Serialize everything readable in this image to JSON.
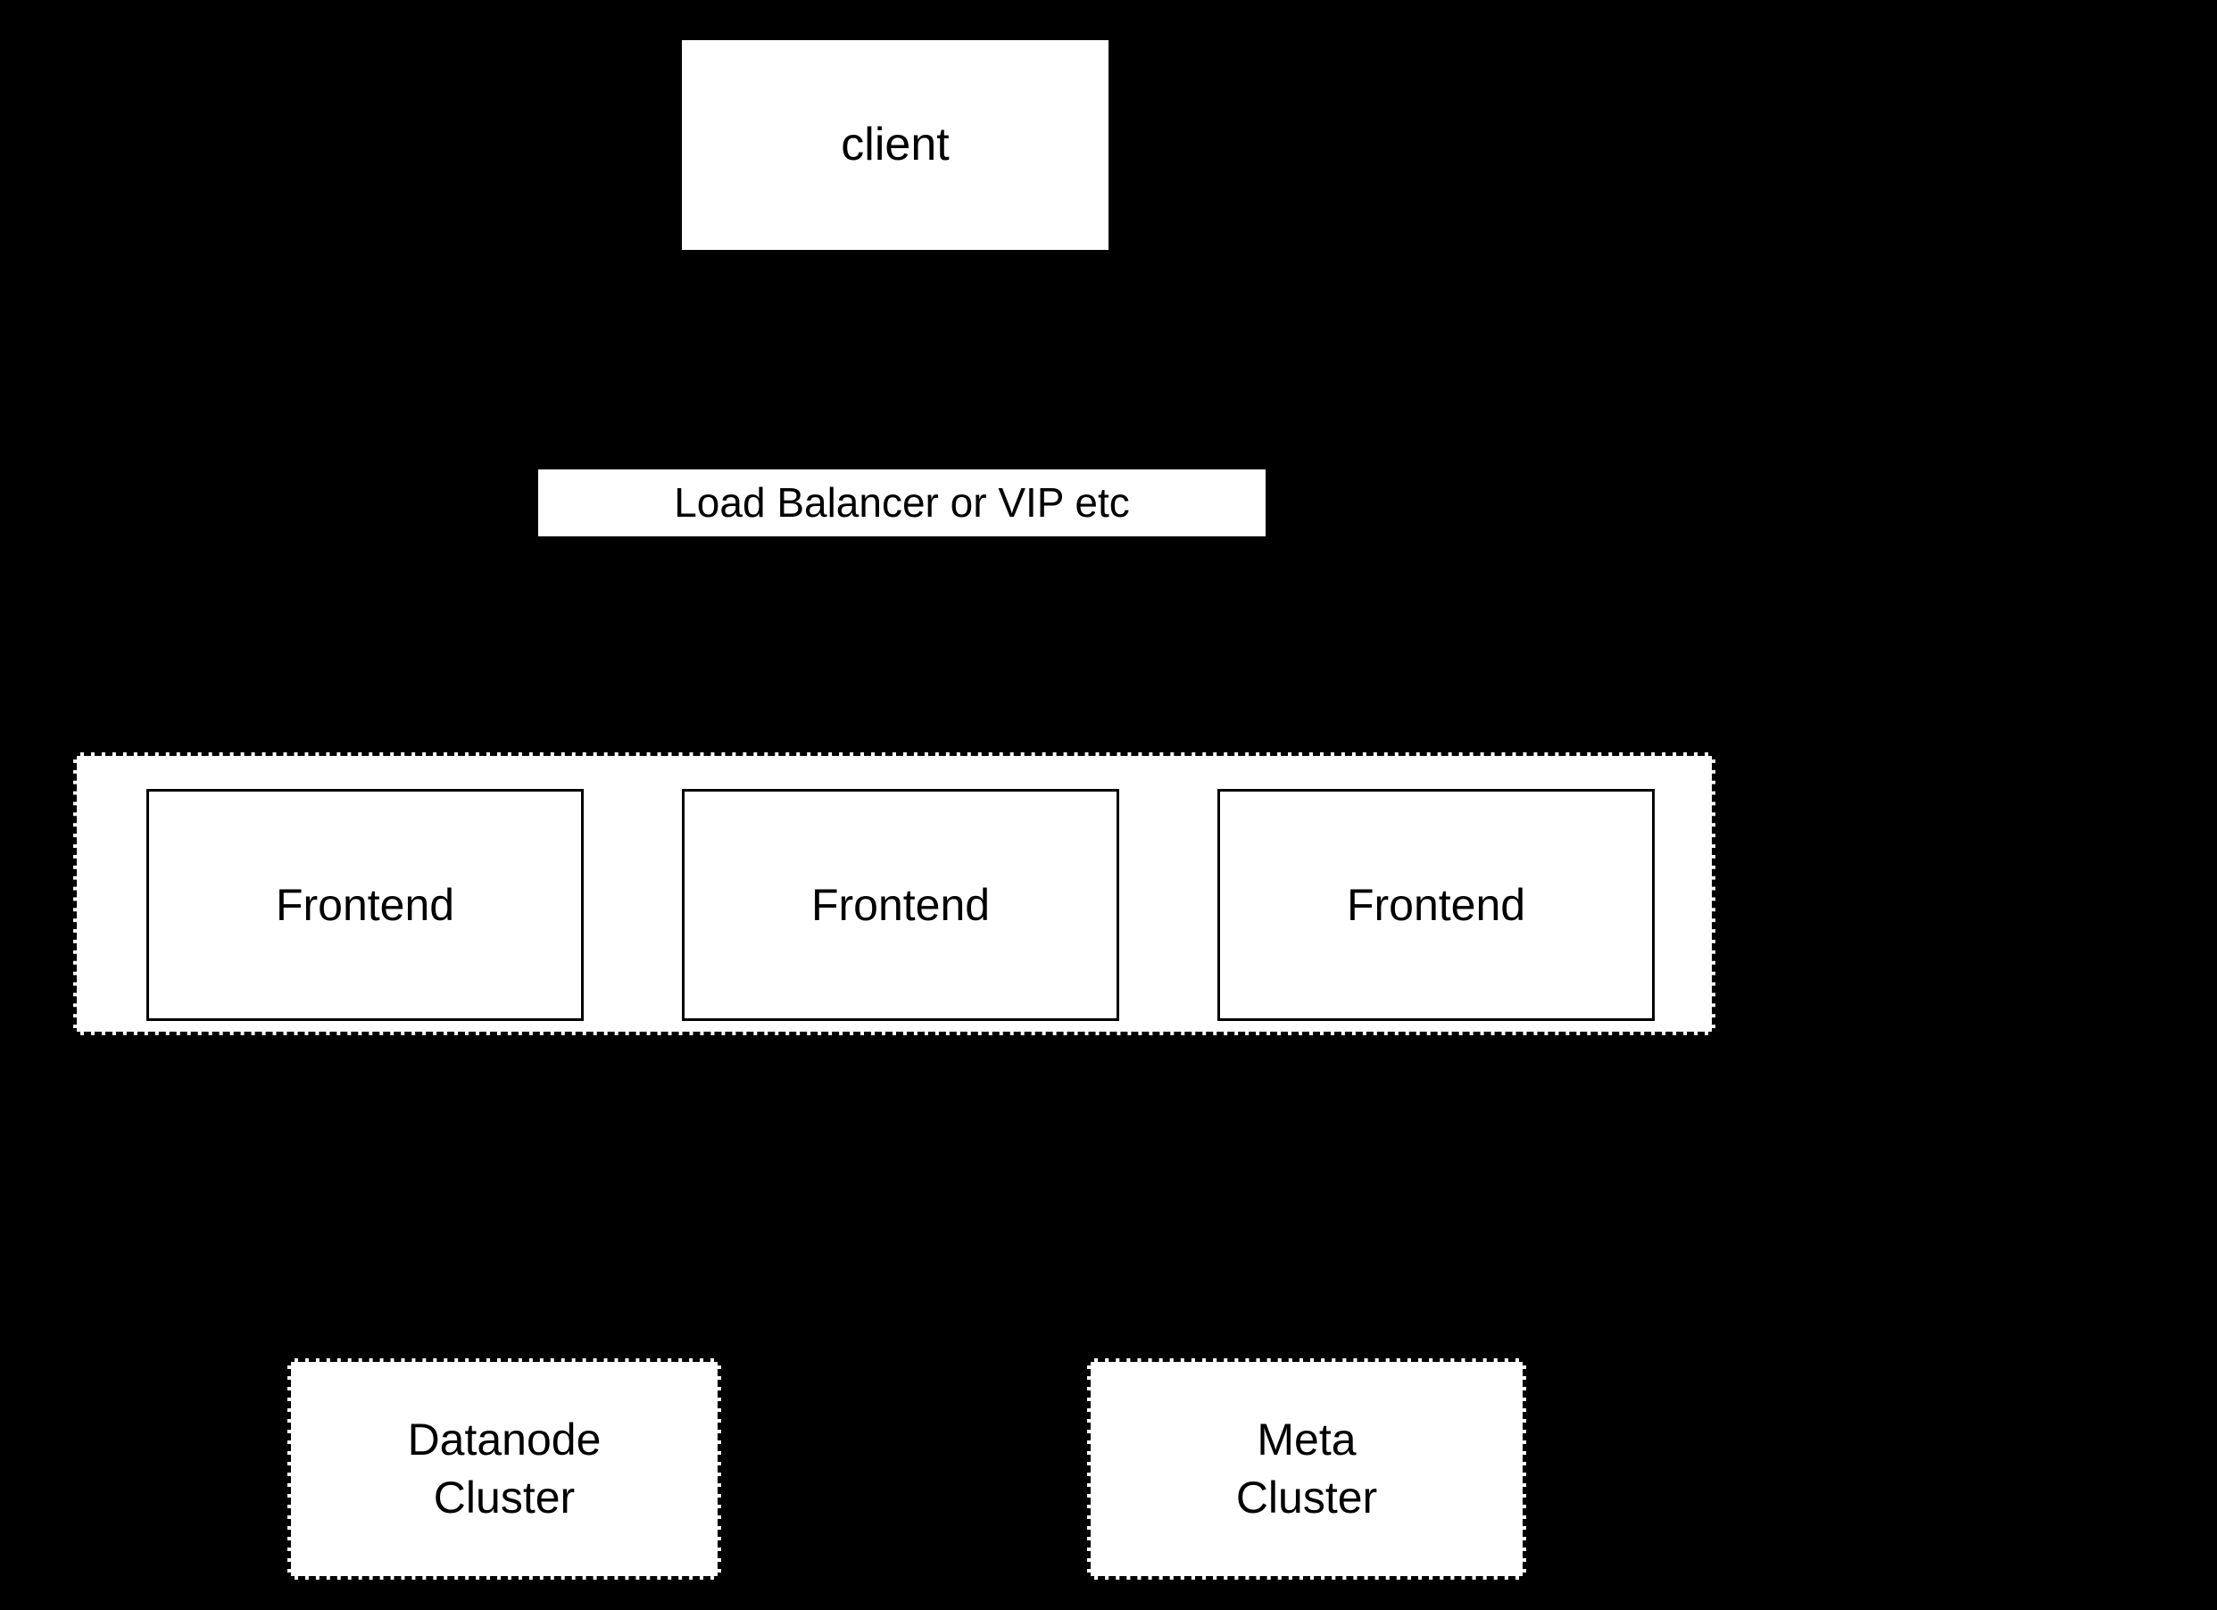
{
  "diagram": {
    "background_color": "#000000",
    "box_fill_color": "#ffffff",
    "stroke_color": "#000000",
    "nodes": {
      "client": {
        "label": "client",
        "style": "plain"
      },
      "load_balancer": {
        "label": "Load Balancer or VIP etc",
        "style": "plain"
      },
      "frontend_group": {
        "style": "dashed",
        "members": [
          {
            "label": "Frontend",
            "style": "solid"
          },
          {
            "label": "Frontend",
            "style": "solid"
          },
          {
            "label": "Frontend",
            "style": "solid"
          }
        ]
      },
      "datanode_cluster": {
        "label": "Datanode\nCluster",
        "style": "dashed"
      },
      "meta_cluster": {
        "label": "Meta\nCluster",
        "style": "dashed"
      }
    }
  }
}
